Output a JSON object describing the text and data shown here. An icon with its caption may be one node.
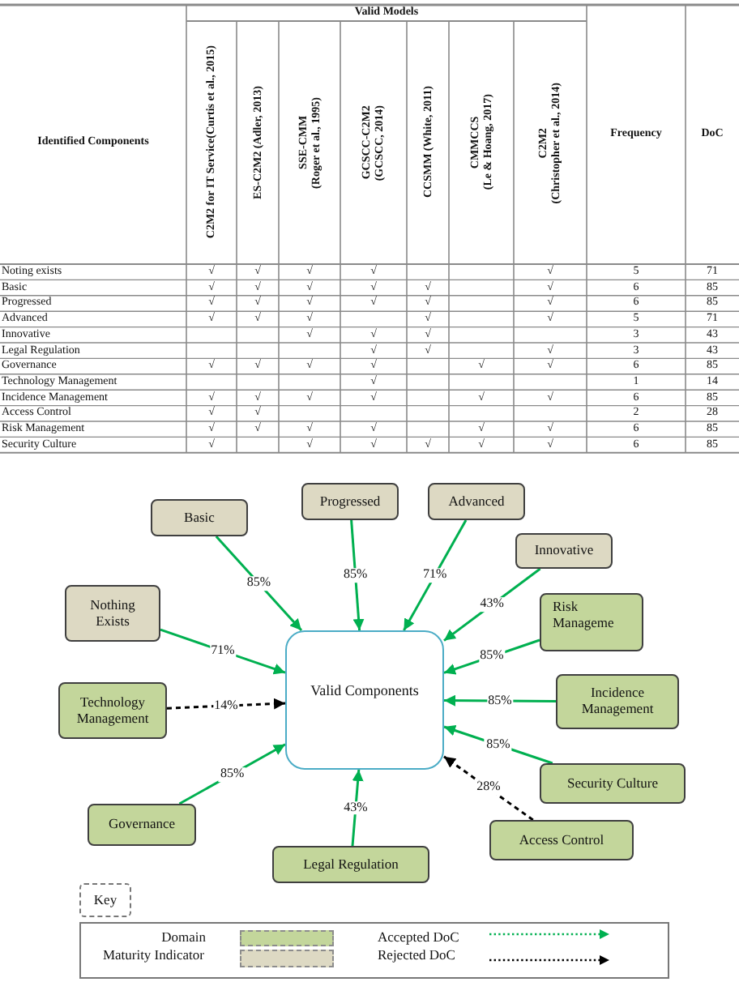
{
  "diagram": {
    "nodes": [
      {
        "text": [
          "Progressed"
        ]
      },
      {
        "text": [
          "Advanced"
        ]
      },
      {
        "text": [
          "Basic"
        ]
      },
      {
        "text": [
          "Innovative"
        ]
      },
      {
        "text": [
          "Nothing Exists"
        ]
      },
      {
        "text": [
          "Risk Manageme"
        ]
      },
      {
        "text": [
          "Valid Components"
        ]
      },
      {
        "text": [
          "Technology Management"
        ]
      },
      {
        "text": [
          "Incidence Management"
        ]
      },
      {
        "text": [
          "Security Culture"
        ]
      },
      {
        "text": [
          "Governance"
        ]
      },
      {
        "text": [
          "Access Control"
        ]
      },
      {
        "text": [
          "Legal Regulation"
        ]
      }
    ],
    "edges": [
      {
        "from": 2,
        "to": 6,
        "arrow": "to",
        "label": "85%"
      },
      {
        "from": 0,
        "to": 6,
        "arrow": "to",
        "label": "85%"
      },
      {
        "from": 1,
        "to": 6,
        "arrow": "to",
        "label": "71%"
      },
      {
        "from": 3,
        "to": 6,
        "arrow": "to",
        "label": "43%"
      },
      {
        "from": 4,
        "to": 6,
        "arrow": "to",
        "label": "71%"
      },
      {
        "from": 5,
        "to": 6,
        "arrow": "to",
        "label": "85%"
      },
      {
        "from": 7,
        "to": 6,
        "arrow": "to",
        "label": "14%",
        "style": "dashed",
        "color": "#000000"
      },
      {
        "from": 8,
        "to": 6,
        "arrow": "to",
        "label": "85%"
      },
      {
        "from": 9,
        "to": 6,
        "arrow": "to",
        "label": "85%"
      },
      {
        "from": 10,
        "to": 6,
        "arrow": "to",
        "label": "85%"
      },
      {
        "from": 12,
        "to": 6,
        "arrow": "to",
        "label": "43%"
      },
      {
        "from": 11,
        "to": 6,
        "arrow": "to",
        "label": "28%",
        "style": "dashed",
        "color": "#000000"
      }
    ],
    "labels": [
      "Identified Components",
      "Valid Models",
      "C2M2 for IT Service(Curtis et al., 2015)",
      "ES-C2M2 (Adler, 2013)",
      "SSE-CMM (Roger et al., 1995)",
      "GCSCC-C2M2 (GCSCC, 2014)",
      "CCSMM (White, 2011)",
      "CMMCCS (Le & Hoang, 2017)",
      "C2M2 (Christopher et al., 2014)",
      "Frequency",
      "DoC",
      "Noting exists",
      "√",
      "√",
      "√",
      "√",
      "√",
      "5",
      "71",
      "Basic",
      "√",
      "√",
      "√",
      "√",
      "√",
      "√",
      "6",
      "85",
      "Progressed",
      "√",
      "√",
      "√",
      "√",
      "√",
      "√",
      "6",
      "85",
      "Advanced",
      "√",
      "√",
      "√",
      "√",
      "√",
      "5",
      "71",
      "Innovative",
      "√",
      "√",
      "√",
      "3",
      "43",
      "Legal Regulation",
      "√",
      "√",
      "√",
      "3",
      "43",
      "Governance",
      "√",
      "√",
      "√",
      "√",
      "√",
      "√",
      "6",
      "85",
      "Technology Management",
      "√",
      "1",
      "14",
      "Incidence Management",
      "√",
      "√",
      "√",
      "√",
      "√",
      "√",
      "6",
      "85",
      "Access Control",
      "√",
      "√",
      "2",
      "28",
      "Risk Management",
      "√",
      "√",
      "√",
      "√",
      "√",
      "√",
      "6",
      "85",
      "Security Culture",
      "√",
      "√",
      "√",
      "√",
      "√",
      "√",
      "6",
      "85",
      "Key"
    ],
    "legend": [
      {
        "text": "Domain",
        "color": "#c3d69b"
      },
      {
        "text": "Maturity Indicator",
        "color": "#ddd9c3"
      },
      {
        "text": "Accepted DoC"
      },
      {
        "text": "Rejected DoC"
      }
    ]
  }
}
